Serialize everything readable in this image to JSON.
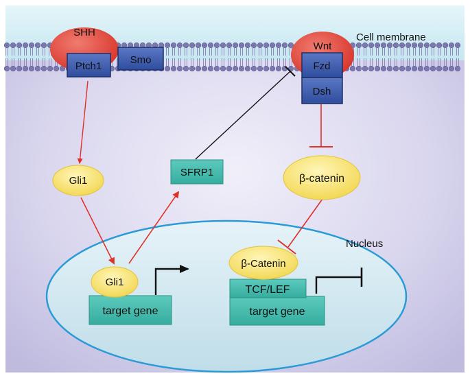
{
  "labels": {
    "cell_membrane": "Cell membrane",
    "nucleus": "Nucleus",
    "shh": "SHH",
    "ptch1": "Ptch1",
    "smo": "Smo",
    "wnt": "Wnt",
    "fzd": "Fzd",
    "dsh": "Dsh",
    "gli1_cytoplasm": "Gli1",
    "sfrp1": "SFRP1",
    "beta_catenin_cytoplasm": "β-catenin",
    "gli1_nucleus": "Gli1",
    "target_gene_left": "target gene",
    "beta_catenin_nucleus": "β-Catenin",
    "tcf_lef": "TCF/LEF",
    "target_gene_right": "target gene"
  },
  "colors": {
    "membrane_band": "#ccecf5",
    "cytoplasm": "#cfcbe6",
    "lipid_head": "#7a78ad",
    "lipid_tail": "#8c89bd",
    "receptor_blue": "#3f5fb0",
    "ligand_red": "#e0463d",
    "protein_yellow": "#f6df6e",
    "gene_teal": "#3eb9ab",
    "nucleus_fill": "#cfe7ef",
    "nucleus_edge": "#2b9bd6",
    "activation_arrow": "#e0302a",
    "inhibition_line": "#111111"
  }
}
